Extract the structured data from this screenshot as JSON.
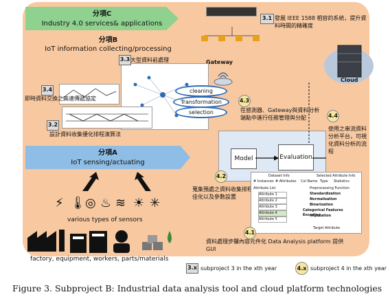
{
  "subprojectC": {
    "line1": "分項C",
    "line2": "Industry 4.0 services& applications"
  },
  "subprojectB": {
    "line1": "分項B",
    "line2": "IoT information collecting/processing"
  },
  "subprojectA": {
    "line1": "分項A",
    "line2": "IoT sensing/actuating"
  },
  "items": {
    "b31": {
      "num": "3.1",
      "text": "發展 IEEE 1588 相容的系統，提升資料時間的精確度"
    },
    "b33": {
      "num": "3.3",
      "text": "大型資料前處理"
    },
    "b34": {
      "num": "3.4",
      "text": "即時資料交換之高速傳遞協定"
    },
    "b32": {
      "num": "3.2",
      "text": "設計資料收集優化排程演算法"
    },
    "c43": {
      "num": "4.3",
      "text": "在感測器、Gateway與資料分析端點中進行任務管理與分配"
    },
    "c44": {
      "num": "4.4",
      "text": "使用之串流資料分析平台，可視化資料分析的流程"
    },
    "c42": {
      "num": "4.2",
      "text": "蒐集預處之資料收集排程最佳化以及參數設置"
    },
    "c41": {
      "num": "4.1",
      "text": "資料處理步驟內容元件化 Data Analysis platform 提供GUI"
    }
  },
  "processing": [
    "cleaning",
    "Transformation",
    "selection"
  ],
  "gateway": "Gateway",
  "cloud": "Cloud",
  "model": "Model",
  "evaluation": "Evaluation",
  "gui": {
    "dataset_info": "Dataset Info",
    "instances": "# Instances",
    "attributes_count": "# Attributes",
    "attribute_list": "Attribute List",
    "attributes": [
      "Attribute 1",
      "Attribute 2",
      "Attribute 3",
      "Attribute 4",
      "Attribute 5"
    ],
    "selected_info": "Selected Attribute Info",
    "col_name": "Col Name",
    "type": "Type",
    "statistics": "Statistics",
    "preprocessing": "Preprocessing Function",
    "functions": [
      "Standardization",
      "Normalization",
      "Binarization",
      "Categorical Features Encoding",
      "Imputation"
    ],
    "target": "Target Attribute"
  },
  "sensors_label": "various types of sensors",
  "factory_label": "factory, equipment, workers, parts/materials",
  "legend": {
    "box_num": "3.x",
    "box_text": "subproject 3 in the xth year",
    "circle_num": "4.x",
    "circle_text": "subproject 4 in the xth year"
  },
  "caption": "Figure 3. Subproject B: Industrial data analysis tool and cloud platform technologies",
  "colors": {
    "orange": "#f8c9a1",
    "green": "#8fd18f",
    "blue": "#8ebde6",
    "numbox": "#dddddd",
    "circle": "#f5e6a0"
  }
}
